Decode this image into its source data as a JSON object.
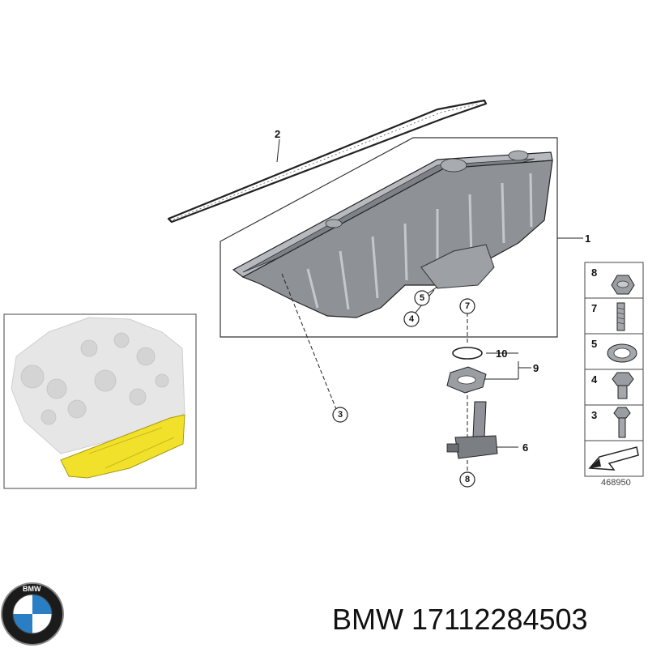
{
  "callouts": {
    "c1": "1",
    "c2": "2",
    "c3": "3",
    "c4": "4",
    "c5": "5",
    "c6": "6",
    "c7": "7",
    "c8": "8",
    "c9": "9",
    "c10": "10"
  },
  "legend": {
    "items": [
      {
        "number": "8",
        "icon": "hex-nut-icon"
      },
      {
        "number": "7",
        "icon": "stud-bolt-icon"
      },
      {
        "number": "5",
        "icon": "sealing-washer-icon"
      },
      {
        "number": "4",
        "icon": "drain-plug-icon"
      },
      {
        "number": "3",
        "icon": "hex-bolt-icon"
      }
    ]
  },
  "reference_number": "468950",
  "footer": {
    "brand": "BMW",
    "part_number": "BMW 17112284503",
    "logo_text": "BMW"
  },
  "colors": {
    "line": "#222222",
    "pan_fill": "#8e9196",
    "pan_light": "#c4c7cc",
    "engine_fill": "#e6e6e6",
    "engine_pan": "#f2e12a",
    "logo_blue": "#2a7fc4",
    "logo_ring": "#1b1b1b"
  }
}
